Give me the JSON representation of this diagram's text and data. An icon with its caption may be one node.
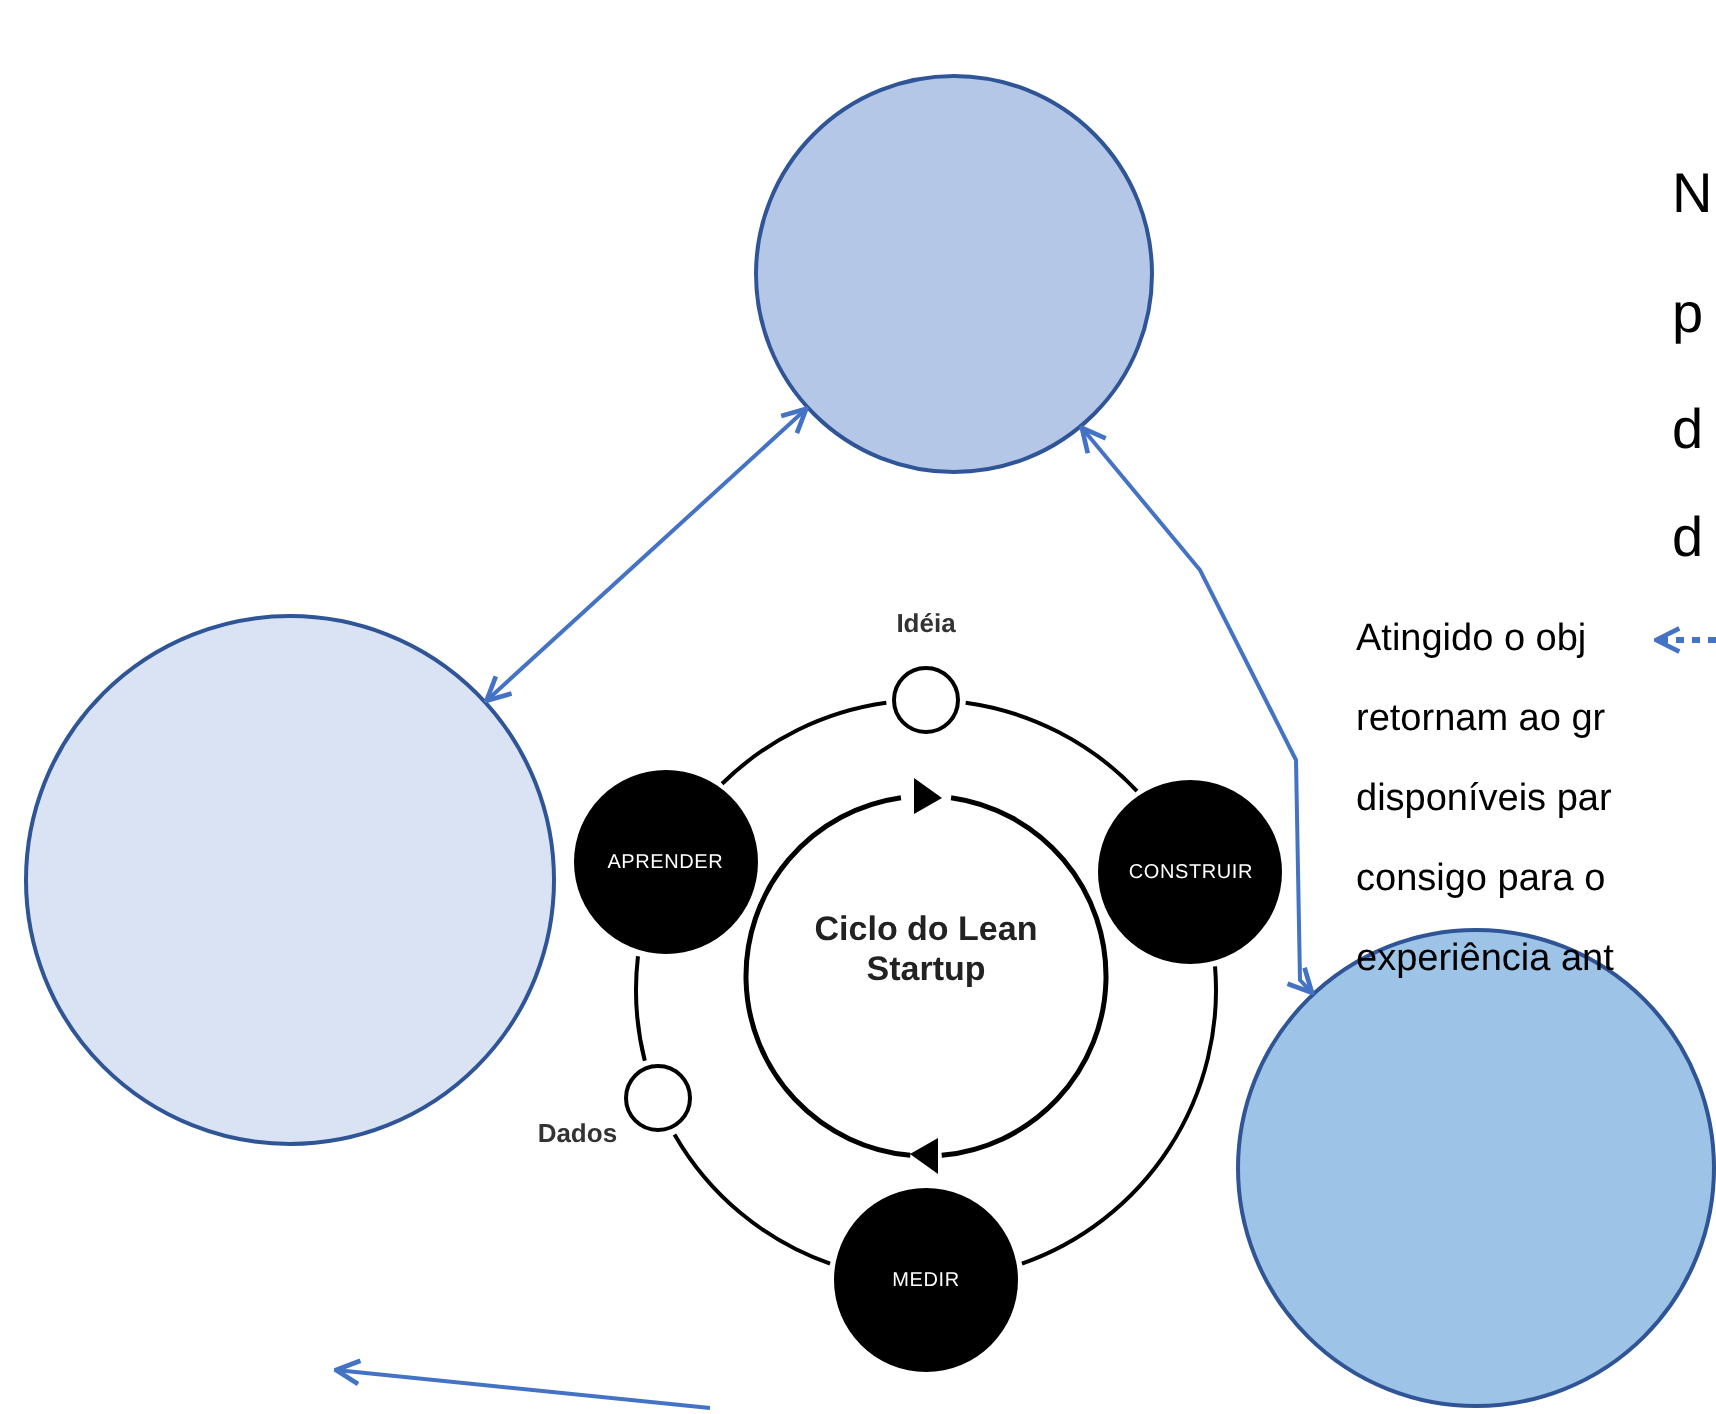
{
  "diagram": {
    "nodes": [
      {
        "text": [],
        "shape": "circle"
      },
      {
        "text": [],
        "shape": "circle"
      },
      {
        "text": [],
        "shape": "circle"
      },
      {
        "text": [],
        "shape": "circle",
        "beside": [
          "Idéia"
        ]
      },
      {
        "text": [
          "CONSTRUIR"
        ]
      },
      {
        "text": [
          "MEDIR"
        ]
      },
      {
        "text": [],
        "shape": "circle",
        "beside": [
          "Dados"
        ]
      },
      {
        "text": [
          "APRENDER"
        ]
      },
      {
        "text": [
          "Atingido o obj retornam ao gr disponíveis par consigo para o experiência ant"
        ]
      }
    ],
    "edges": [
      {
        "from": 0,
        "to": 1,
        "arrow": "both",
        "color": "#4472c4"
      },
      {
        "from": 0,
        "to": 2,
        "arrow": "both",
        "color": "#4472c4"
      },
      {
        "from": null,
        "to": 8,
        "arrow": "to",
        "style": "dashed",
        "color": "#4472c4"
      },
      {
        "from": 3,
        "to": 4,
        "arrow": "none"
      },
      {
        "from": 4,
        "to": 5,
        "arrow": "none"
      },
      {
        "from": 5,
        "to": 6,
        "arrow": "none"
      },
      {
        "from": 6,
        "to": 7,
        "arrow": "none"
      },
      {
        "from": 7,
        "to": 3,
        "arrow": "none"
      }
    ],
    "labels": [
      "N",
      "p",
      "d",
      "d",
      "Ciclo do Lean Startup"
    ]
  }
}
